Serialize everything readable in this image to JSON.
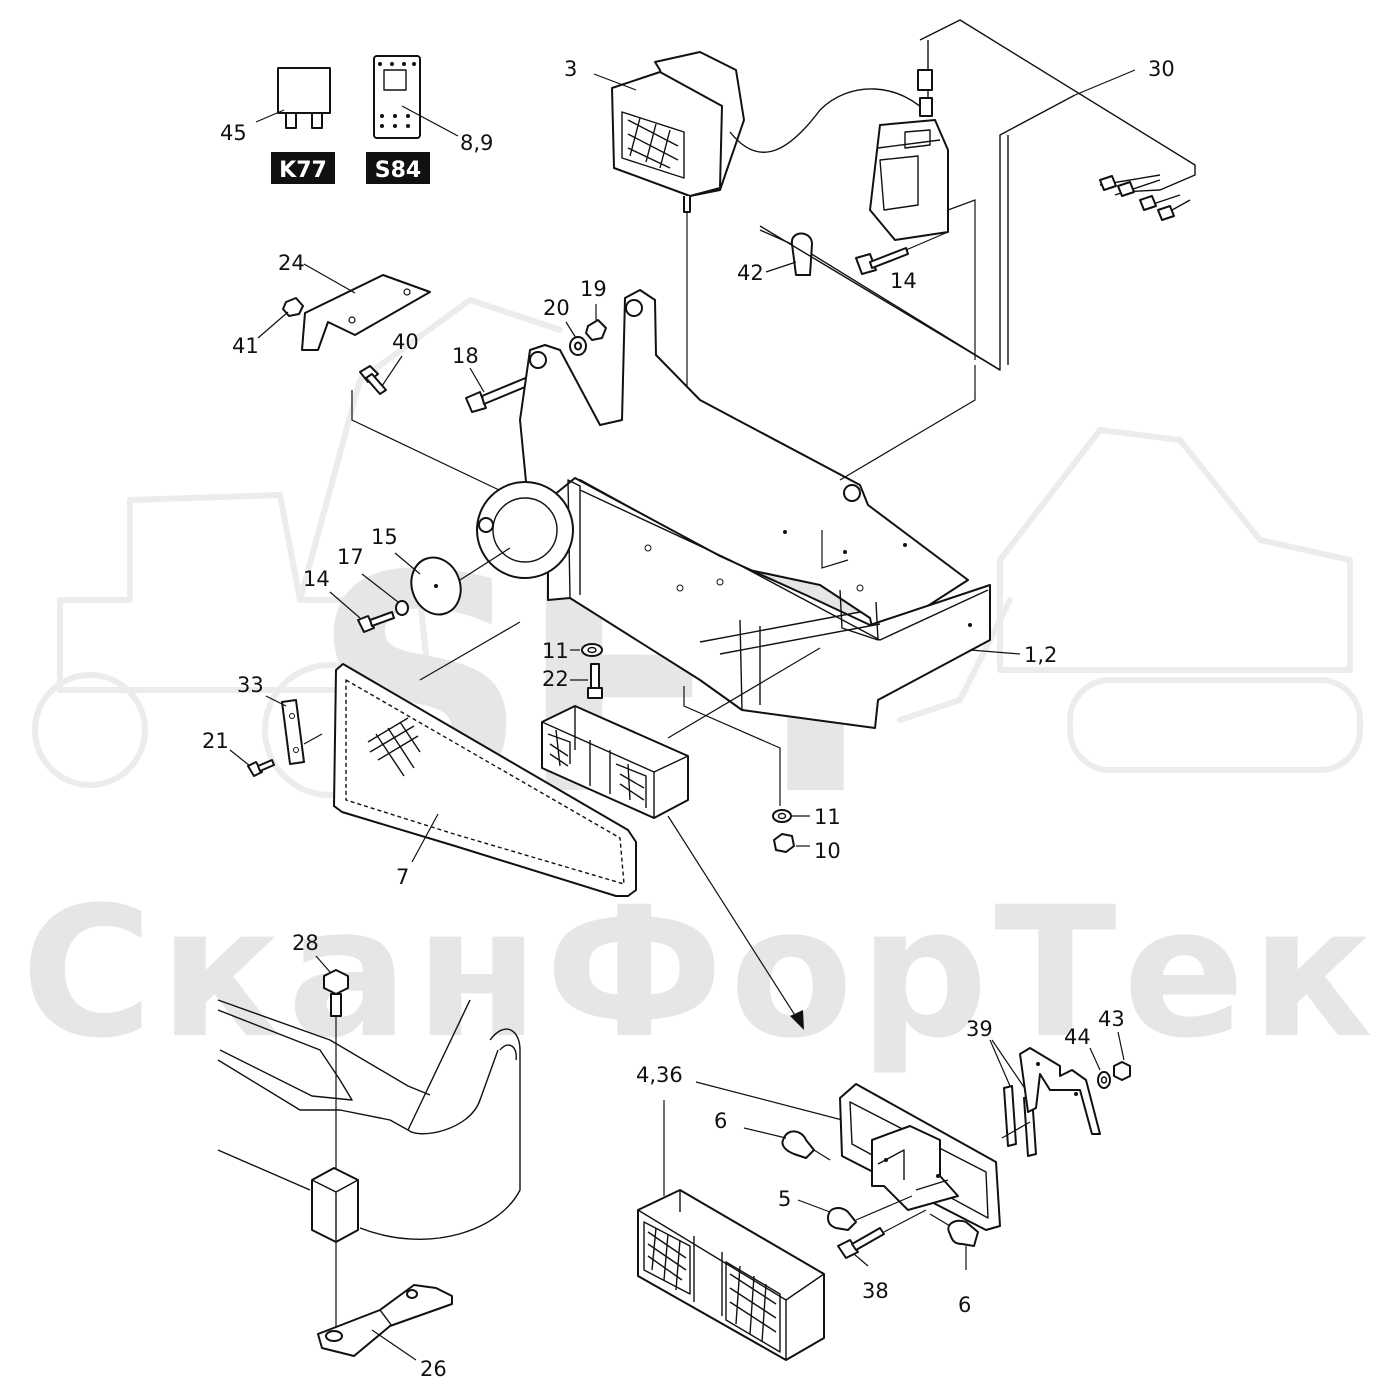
{
  "watermark": {
    "logo": "SFT",
    "company": "СканФорТек"
  },
  "badges": {
    "relay": "K77",
    "switch": "S84"
  },
  "callouts": {
    "c45": "45",
    "c8_9": "8,9",
    "c3": "3",
    "c30": "30",
    "c42": "42",
    "c14_top": "14",
    "c24": "24",
    "c41": "41",
    "c40": "40",
    "c20": "20",
    "c19": "19",
    "c18": "18",
    "c15": "15",
    "c17": "17",
    "c14_left": "14",
    "c11_top": "11",
    "c22": "22",
    "c1_2": "1,2",
    "c33": "33",
    "c21": "21",
    "c7": "7",
    "c11_bottom": "11",
    "c10": "10",
    "c28": "28",
    "c26": "26",
    "c4_36": "4,36",
    "c6_top": "6",
    "c5": "5",
    "c38": "38",
    "c6_bottom": "6",
    "c39": "39",
    "c44": "44",
    "c43": "43"
  }
}
